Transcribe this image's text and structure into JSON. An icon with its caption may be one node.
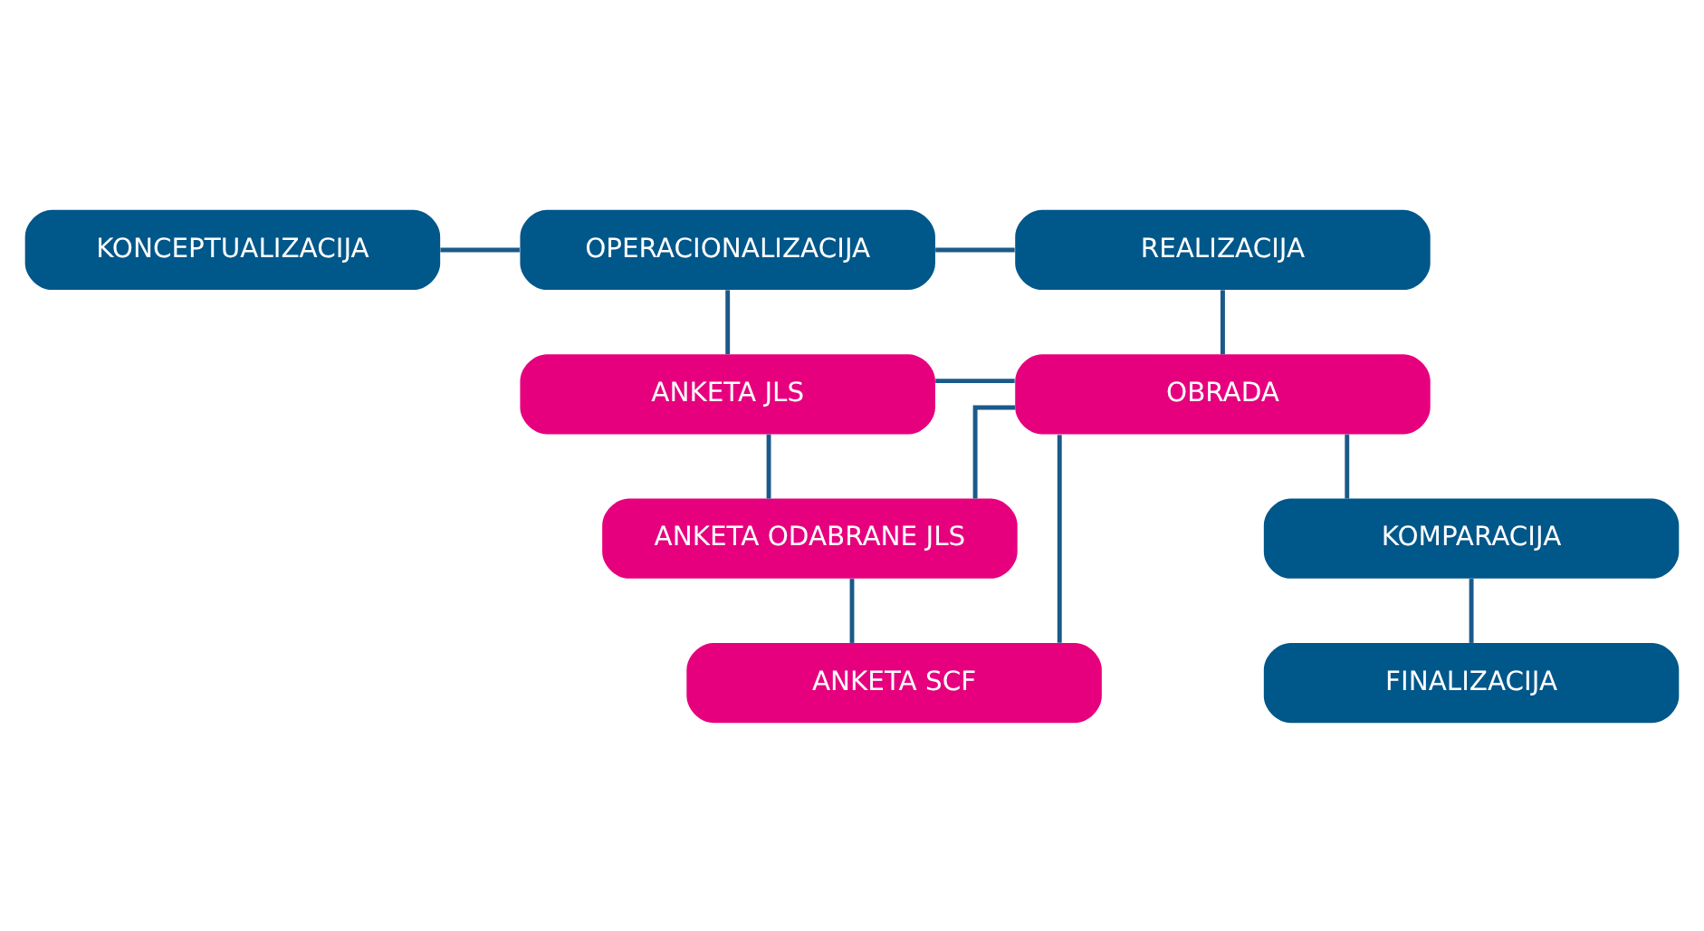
{
  "diagram": {
    "nodes": [
      {
        "text": [
          "KONCEPTUALIZACIJA"
        ]
      },
      {
        "text": [
          "OPERACIONALIZACIJA"
        ]
      },
      {
        "text": [
          "REALIZACIJA"
        ]
      },
      {
        "text": [
          "ANKETA JLS"
        ]
      },
      {
        "text": [
          "ANKETA ODABRANE JLS"
        ]
      },
      {
        "text": [
          "ANKETA SCF"
        ]
      },
      {
        "text": [
          "OBRADA"
        ]
      },
      {
        "text": [
          "KOMPARACIJA"
        ]
      },
      {
        "text": [
          "FINALIZACIJA"
        ]
      }
    ],
    "edges": [
      {
        "from": 0,
        "to": 1,
        "arrow": "none"
      },
      {
        "from": 1,
        "to": 2,
        "arrow": "none"
      },
      {
        "from": 1,
        "to": 3,
        "arrow": "none"
      },
      {
        "from": 3,
        "to": 4,
        "arrow": "none"
      },
      {
        "from": 4,
        "to": 5,
        "arrow": "none"
      },
      {
        "from": 3,
        "to": 6,
        "arrow": "none"
      },
      {
        "from": 4,
        "to": 6,
        "arrow": "none"
      },
      {
        "from": 5,
        "to": 6,
        "arrow": "none"
      },
      {
        "from": 2,
        "to": 6,
        "arrow": "none"
      },
      {
        "from": 6,
        "to": 7,
        "arrow": "none"
      },
      {
        "from": 7,
        "to": 8,
        "arrow": "none"
      }
    ]
  }
}
